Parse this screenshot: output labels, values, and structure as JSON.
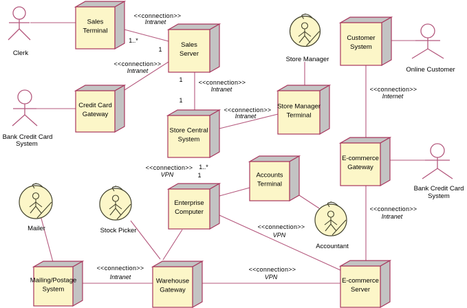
{
  "colors": {
    "background": "#FFFFFF",
    "node_fill": "#FCF6C8",
    "node_3d_side": "#C3C3C3",
    "node_border": "#A8365C",
    "connection_line": "#B4587D",
    "actor_stroke": "#B4587D",
    "business_actor_stroke": "#41412C",
    "text": "#000000"
  },
  "nodes": {
    "sales_terminal": {
      "line1": "Sales",
      "line2": "Terminal"
    },
    "sales_server": {
      "line1": "Sales",
      "line2": "Server"
    },
    "customer_system": {
      "line1": "Customer",
      "line2": "System"
    },
    "credit_card_gateway": {
      "line1": "Credit Card",
      "line2": "Gateway"
    },
    "store_manager_terminal": {
      "line1": "Store Manager",
      "line2": "Terminal"
    },
    "store_central_system": {
      "line1": "Store Central",
      "line2": "System"
    },
    "ecommerce_gateway": {
      "line1": "E-commerce",
      "line2": "Gateway"
    },
    "accounts_terminal": {
      "line1": "Accounts",
      "line2": "Terminal"
    },
    "enterprise_computer": {
      "line1": "Enterprise",
      "line2": "Computer"
    },
    "mailing_postage_system": {
      "line1": "Mailing/Postage",
      "line2": "System"
    },
    "warehouse_gateway": {
      "line1": "Warehouse",
      "line2": "Gateway"
    },
    "ecommerce_server": {
      "line1": "E-commerce",
      "line2": "Server"
    }
  },
  "actors": {
    "clerk": {
      "label": "Clerk"
    },
    "bank_credit_card_left": {
      "line1": "Bank Credit Card",
      "line2": "System"
    },
    "online_customer": {
      "label": "Online Customer"
    },
    "bank_credit_card_right": {
      "line1": "Bank Credit Card",
      "line2": "System"
    }
  },
  "business_actors": {
    "store_manager": {
      "label": "Store Manager"
    },
    "mailer": {
      "label": "Mailer"
    },
    "stock_picker": {
      "label": "Stock Picker"
    },
    "accountant": {
      "label": "Accountant"
    }
  },
  "connections": {
    "sales_terminal__sales_server": {
      "stereotype": "<<connection>>",
      "network": "Intranet",
      "mult_source": "1..*",
      "mult_target": "1"
    },
    "credit_card_gateway__sales_server": {
      "stereotype": "<<connection>>",
      "network": "Intranet"
    },
    "sales_server__store_central_system": {
      "stereotype": "<<connection>>",
      "network": "Intranet",
      "mult_source": "1",
      "mult_target": "1"
    },
    "store_central_system__store_manager_terminal": {
      "stereotype": "<<connection>>",
      "network": "Intranet"
    },
    "customer_system__ecommerce_gateway": {
      "stereotype": "<<connection>>",
      "network": "Internet"
    },
    "store_central_system__enterprise_computer": {
      "stereotype": "<<connection>>",
      "network": "VPN",
      "mult_source": "1..*",
      "mult_target": "1"
    },
    "enterprise_computer__ecommerce_server": {
      "stereotype": "<<connection>>",
      "network": "VPN"
    },
    "ecommerce_gateway__ecommerce_server": {
      "stereotype": "<<connection>>",
      "network": "Intranet"
    },
    "mailing_postage_system__warehouse_gateway": {
      "stereotype": "<<connection>>",
      "network": "Intranet"
    },
    "warehouse_gateway__ecommerce_server": {
      "stereotype": "<<connection>>",
      "network": "VPN"
    }
  }
}
